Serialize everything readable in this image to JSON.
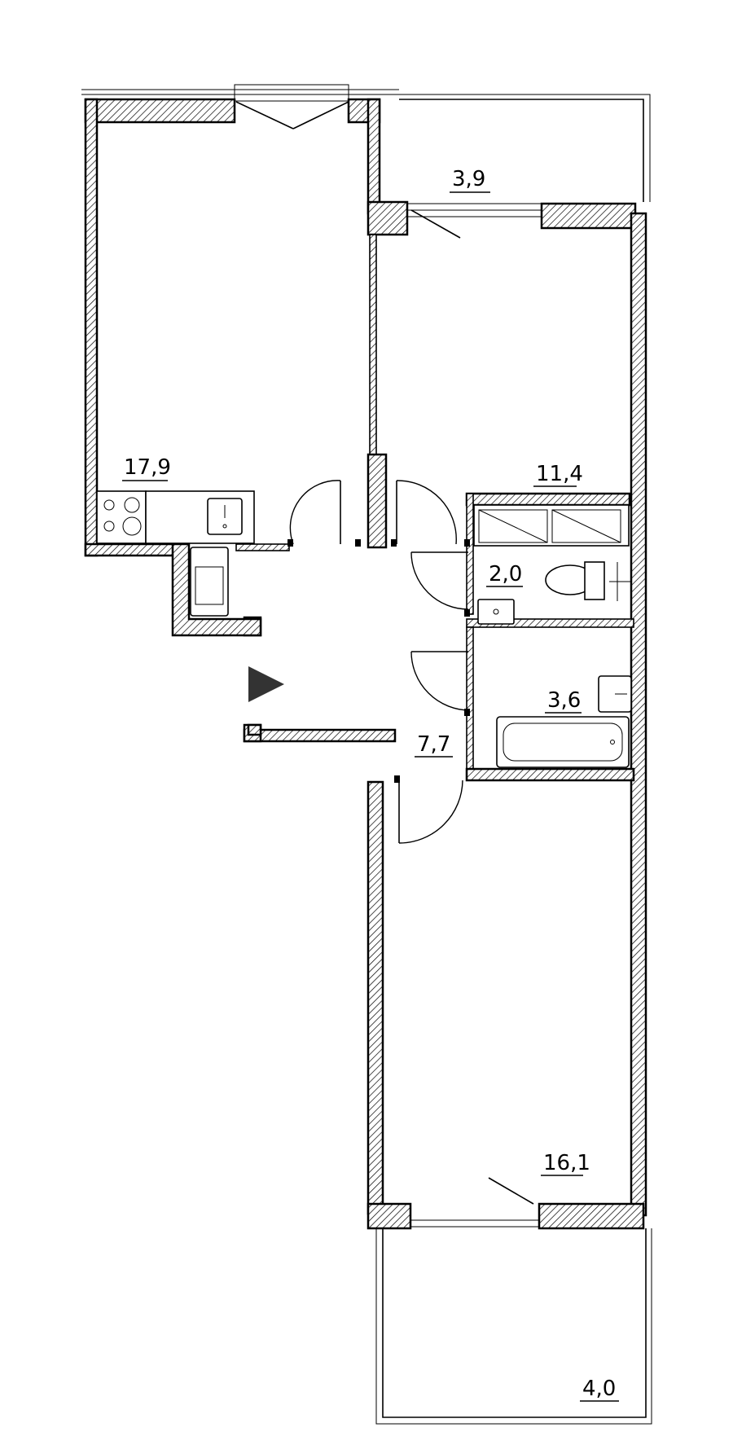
{
  "rooms": {
    "kitchen_living": {
      "area": "17,9"
    },
    "balcony_top": {
      "area": "3,9"
    },
    "bedroom_top": {
      "area": "11,4"
    },
    "toilet": {
      "area": "2,0"
    },
    "bathroom": {
      "area": "3,6"
    },
    "hallway": {
      "area": "7,7"
    },
    "bedroom_bottom": {
      "area": "16,1"
    },
    "balcony_bottom": {
      "area": "4,0"
    }
  },
  "icons": {
    "entrance": "entrance-arrow-icon"
  },
  "colors": {
    "ink": "#000000",
    "background": "#ffffff",
    "entrance_marker": "#333333"
  }
}
